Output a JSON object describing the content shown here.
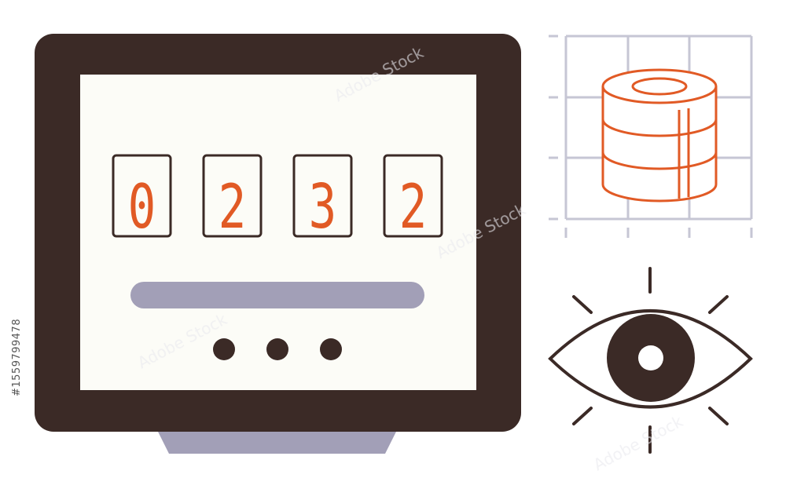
{
  "meter": {
    "digits": [
      "0",
      "2",
      "3",
      "2"
    ],
    "dot_count": 3
  },
  "colors": {
    "frame": "#3b2a26",
    "screen": "#fcfcf7",
    "accent": "#e15a25",
    "bar": "#a29fb7",
    "grid": "#c6c6d4",
    "line": "#3b2a26",
    "background": "#ffffff"
  },
  "icons": {
    "meter": "digital-meter-icon",
    "database": "database-stack-icon",
    "grid": "chart-grid-icon",
    "eye": "eye-icon"
  },
  "watermark": {
    "brand_text": "Adobe Stock",
    "stock_id": "#1559799478"
  }
}
